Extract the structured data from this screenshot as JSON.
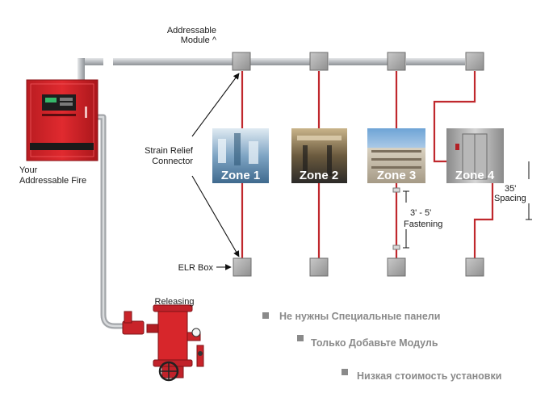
{
  "labels": {
    "addressable_module_line1": "Addressable",
    "addressable_module_line2": "Module ^",
    "strain_relief_line1": "Strain Relief",
    "strain_relief_line2": "Connector",
    "panel_line1": "Your",
    "panel_line2": "Addressable Fire",
    "elr_box": "ELR Box",
    "releasing": "Releasing",
    "fastening_line1": "3' - 5'",
    "fastening_line2": "Fastening",
    "spacing_line1": "35'",
    "spacing_line2": "Spacing"
  },
  "zones": [
    {
      "label": "Zone 1"
    },
    {
      "label": "Zone 2"
    },
    {
      "label": "Zone 3"
    },
    {
      "label": "Zone 4"
    }
  ],
  "bullets": [
    "Не нужны  Специальные панели",
    "Только Добавьте Модуль",
    "Низкая стоимость установки"
  ],
  "colors": {
    "wire_red": "#c0282d",
    "conduit_gray": "#b9bcc0",
    "panel_red": "#d8262b",
    "module_gray": "#a9a9a9",
    "bullet_gray": "#8a8a8a"
  }
}
